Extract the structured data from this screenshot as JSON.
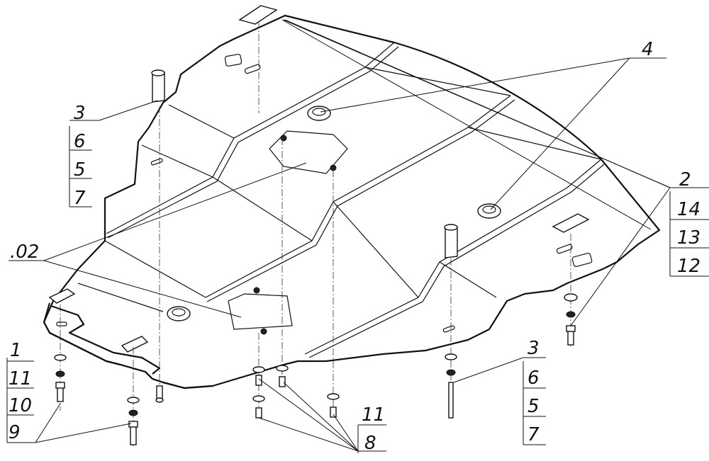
{
  "callouts": {
    "top_left": [
      "3",
      "6",
      "5",
      "7"
    ],
    "top_center": "4",
    "mid_left": ".02",
    "right": [
      "2",
      "14",
      "13",
      "12"
    ],
    "bottom_left": [
      "1",
      "11",
      "10",
      "9"
    ],
    "bottom_center": [
      "11",
      "8"
    ],
    "bottom_right": [
      "3",
      "6",
      "5",
      "7"
    ]
  }
}
